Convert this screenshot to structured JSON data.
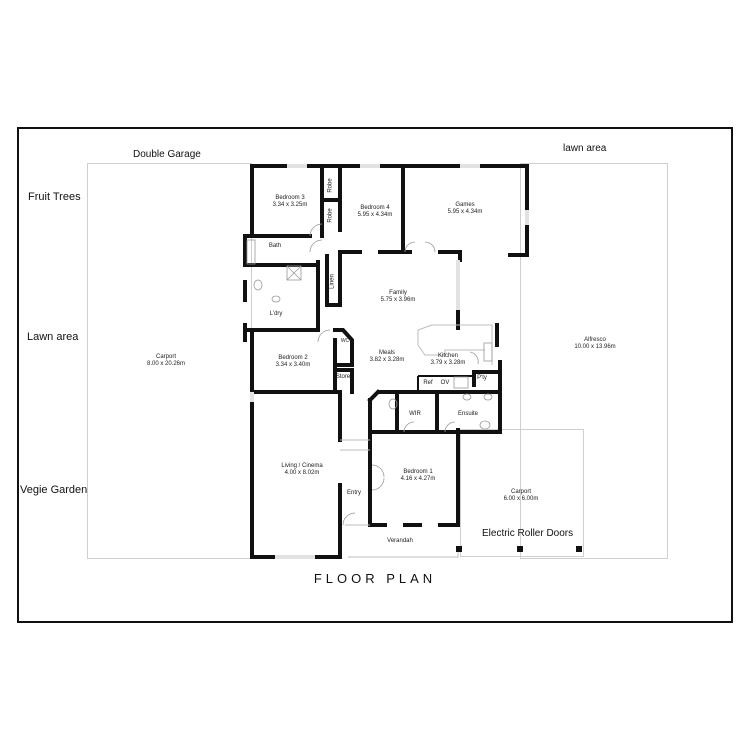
{
  "title": "FLOOR PLAN",
  "site_labels": {
    "double_garage": "Double Garage",
    "lawn_area_top": "lawn area",
    "fruit_trees": "Fruit Trees",
    "lawn_area_left": "Lawn area",
    "vegie_garden": "Vegie Garden",
    "electric_roller_doors": "Electric Roller Doors"
  },
  "rooms": {
    "bedroom3": {
      "name": "Bedroom 3",
      "size": "3.34 x 3.25m"
    },
    "bedroom4": {
      "name": "Bedroom 4",
      "size": "5.95 x 4.34m"
    },
    "games": {
      "name": "Games",
      "size": "5.95 x 4.34m"
    },
    "robe1": {
      "name": "Robe"
    },
    "robe2": {
      "name": "Robe"
    },
    "bath": {
      "name": "Bath"
    },
    "linen": {
      "name": "Linen"
    },
    "ldry": {
      "name": "L'dry"
    },
    "family": {
      "name": "Family",
      "size": "5.75 x 3.96m"
    },
    "carport_main": {
      "name": "Carport",
      "size": "8.00 x 20.26m"
    },
    "alfresco": {
      "name": "Alfresco",
      "size": "10.00 x 13.96m"
    },
    "bedroom2": {
      "name": "Bedroom 2",
      "size": "3.34 x 3.40m"
    },
    "wc": {
      "name": "WC"
    },
    "store": {
      "name": "Store"
    },
    "meals": {
      "name": "Meals",
      "size": "3.82 x 3.28m"
    },
    "kitchen": {
      "name": "Kitchen",
      "size": "3.79 x 3.28m"
    },
    "ref": {
      "name": "Ref"
    },
    "ov": {
      "name": "OV"
    },
    "pty": {
      "name": "P'ty"
    },
    "wir": {
      "name": "WIR"
    },
    "ensuite": {
      "name": "Ensuite"
    },
    "living": {
      "name": "Living / Cinema",
      "size": "4.00 x 8.02m"
    },
    "entry": {
      "name": "Entry"
    },
    "bedroom1": {
      "name": "Bedroom 1",
      "size": "4.16 x 4.27m"
    },
    "carport_side": {
      "name": "Carport",
      "size": "6.00 x 6.00m"
    },
    "verandah": {
      "name": "Verandah"
    }
  },
  "colors": {
    "wall": "#111111",
    "outline": "#cfcfcf",
    "window": "#e2e2e2",
    "background": "#ffffff"
  }
}
